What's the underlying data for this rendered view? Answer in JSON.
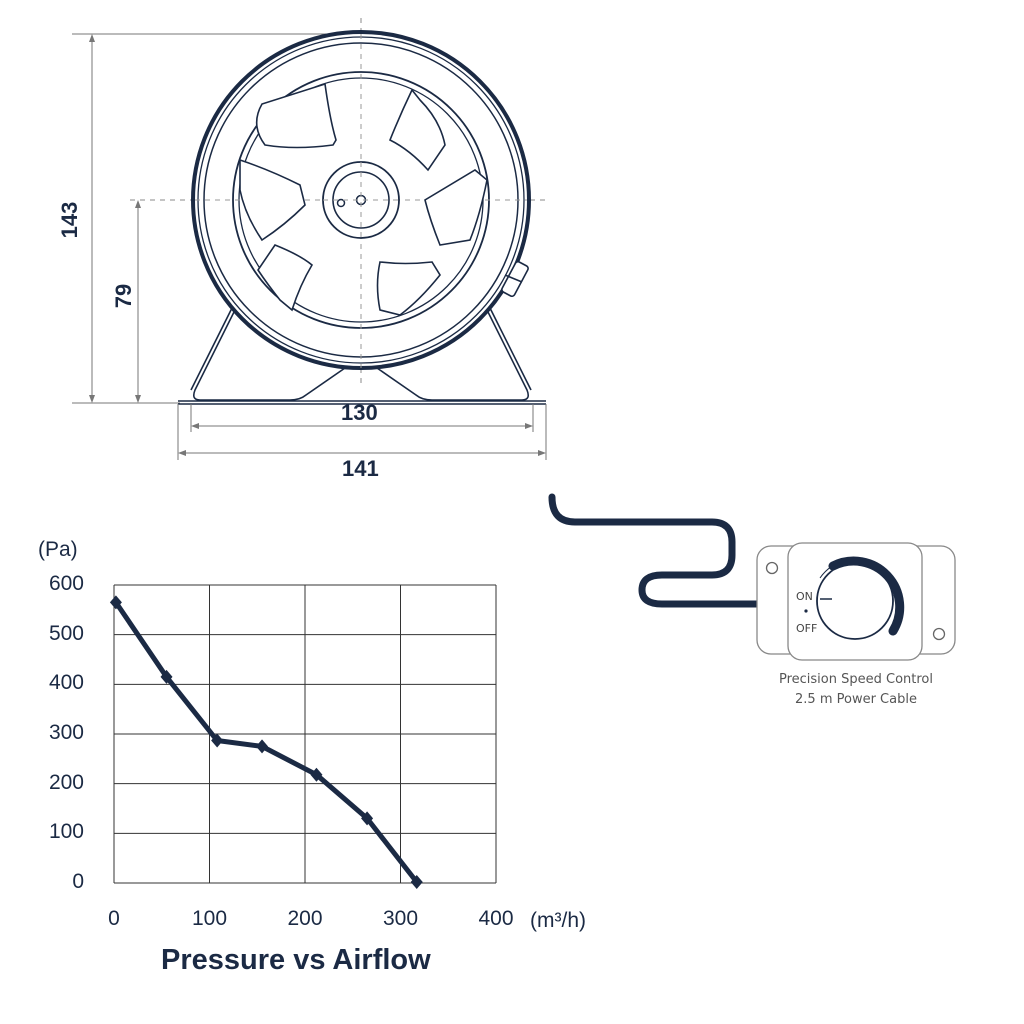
{
  "fan_drawing": {
    "dimensions": {
      "height_total": "143",
      "center_height": "79",
      "inner_foot_width": "130",
      "outer_foot_width": "141"
    }
  },
  "controller": {
    "on_label": "ON",
    "off_label": "OFF",
    "caption_line1": "Precision Speed Control",
    "caption_line2": "2.5 m Power Cable"
  },
  "chart": {
    "y_unit": "(Pa)",
    "x_unit": "(m³/h)",
    "title": "Pressure vs Airflow",
    "y_ticks": [
      "600",
      "500",
      "400",
      "300",
      "200",
      "100",
      "0"
    ],
    "x_ticks": [
      "0",
      "100",
      "200",
      "300",
      "400"
    ]
  },
  "colors": {
    "ink": "#1b2a44",
    "grid": "#333333"
  },
  "chart_data": {
    "type": "line",
    "title": "Pressure vs Airflow",
    "xlabel": "(m³/h)",
    "ylabel": "(Pa)",
    "xlim": [
      0,
      400
    ],
    "ylim": [
      0,
      600
    ],
    "x_ticks": [
      0,
      100,
      200,
      300,
      400
    ],
    "y_ticks": [
      0,
      100,
      200,
      300,
      400,
      500,
      600
    ],
    "grid": true,
    "legend": null,
    "series": [
      {
        "name": "Pressure",
        "marker": "diamond",
        "x": [
          2,
          55,
          108,
          155,
          212,
          265,
          317
        ],
        "y": [
          565,
          415,
          287,
          275,
          218,
          130,
          2
        ]
      }
    ]
  }
}
